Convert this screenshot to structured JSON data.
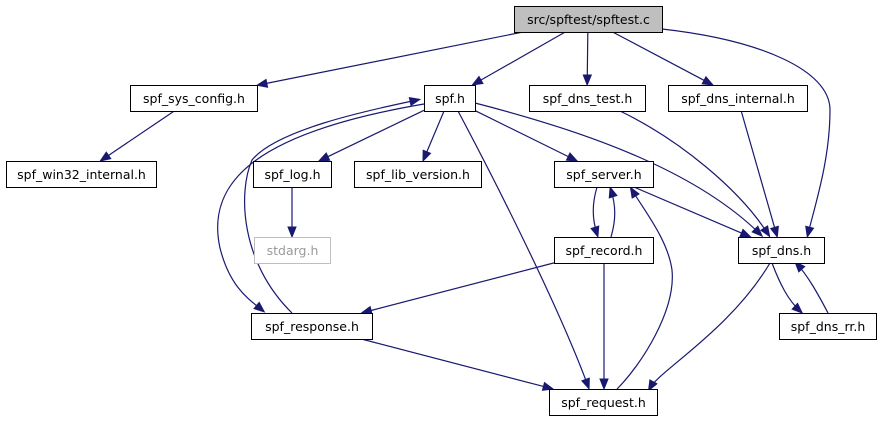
{
  "diagram": {
    "nodes": [
      {
        "id": "root",
        "label": "src/spftest/spftest.c",
        "style": "root"
      },
      {
        "id": "spf_sys_config",
        "label": "spf_sys_config.h",
        "style": "normal"
      },
      {
        "id": "spf_h",
        "label": "spf.h",
        "style": "normal"
      },
      {
        "id": "spf_dns_test",
        "label": "spf_dns_test.h",
        "style": "normal"
      },
      {
        "id": "spf_dns_internal",
        "label": "spf_dns_internal.h",
        "style": "normal"
      },
      {
        "id": "spf_win32_internal",
        "label": "spf_win32_internal.h",
        "style": "normal"
      },
      {
        "id": "spf_log",
        "label": "spf_log.h",
        "style": "normal"
      },
      {
        "id": "spf_lib_version",
        "label": "spf_lib_version.h",
        "style": "normal"
      },
      {
        "id": "spf_server",
        "label": "spf_server.h",
        "style": "normal"
      },
      {
        "id": "stdarg",
        "label": "stdarg.h",
        "style": "external"
      },
      {
        "id": "spf_record",
        "label": "spf_record.h",
        "style": "normal"
      },
      {
        "id": "spf_dns",
        "label": "spf_dns.h",
        "style": "normal"
      },
      {
        "id": "spf_response",
        "label": "spf_response.h",
        "style": "normal"
      },
      {
        "id": "spf_dns_rr",
        "label": "spf_dns_rr.h",
        "style": "normal"
      },
      {
        "id": "spf_request",
        "label": "spf_request.h",
        "style": "normal"
      }
    ],
    "edges": [
      {
        "from": "root",
        "to": "spf_sys_config"
      },
      {
        "from": "root",
        "to": "spf_h"
      },
      {
        "from": "root",
        "to": "spf_dns_test"
      },
      {
        "from": "root",
        "to": "spf_dns_internal"
      },
      {
        "from": "root",
        "to": "spf_dns"
      },
      {
        "from": "spf_sys_config",
        "to": "spf_win32_internal"
      },
      {
        "from": "spf_h",
        "to": "spf_log"
      },
      {
        "from": "spf_h",
        "to": "spf_lib_version"
      },
      {
        "from": "spf_h",
        "to": "spf_server"
      },
      {
        "from": "spf_h",
        "to": "spf_dns"
      },
      {
        "from": "spf_h",
        "to": "spf_response"
      },
      {
        "from": "spf_h",
        "to": "spf_request"
      },
      {
        "from": "spf_response",
        "to": "spf_h"
      },
      {
        "from": "spf_log",
        "to": "stdarg"
      },
      {
        "from": "spf_dns_test",
        "to": "spf_dns"
      },
      {
        "from": "spf_dns_internal",
        "to": "spf_dns"
      },
      {
        "from": "spf_server",
        "to": "spf_record"
      },
      {
        "from": "spf_record",
        "to": "spf_server"
      },
      {
        "from": "spf_server",
        "to": "spf_dns"
      },
      {
        "from": "spf_record",
        "to": "spf_response"
      },
      {
        "from": "spf_record",
        "to": "spf_request"
      },
      {
        "from": "spf_request",
        "to": "spf_server"
      },
      {
        "from": "spf_dns",
        "to": "spf_dns_rr"
      },
      {
        "from": "spf_dns_rr",
        "to": "spf_dns"
      },
      {
        "from": "spf_dns",
        "to": "spf_request"
      },
      {
        "from": "spf_response",
        "to": "spf_request"
      }
    ],
    "colors": {
      "edge": "#191970",
      "root_fill": "#bfbfbf",
      "node_fill": "#ffffff",
      "node_border": "#000000",
      "external_border": "#bfbfbf",
      "external_text": "#9a9a9a"
    }
  }
}
